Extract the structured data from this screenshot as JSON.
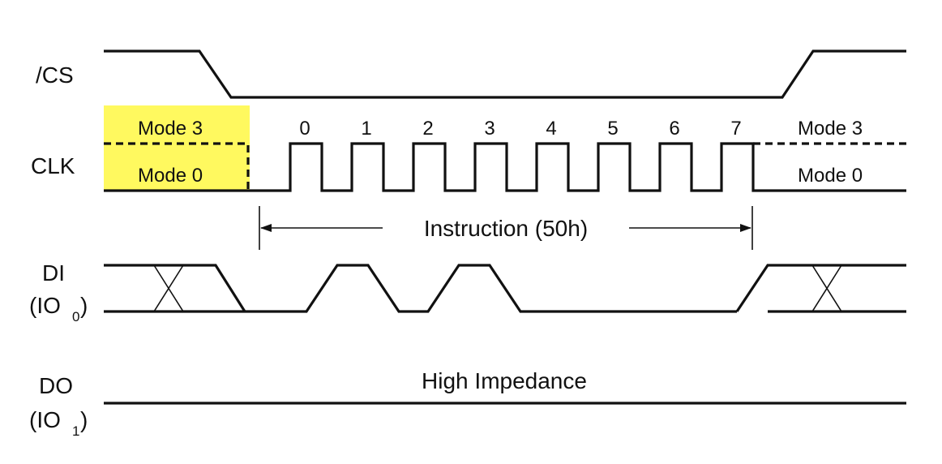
{
  "signals": {
    "cs": {
      "label": "/CS"
    },
    "clk": {
      "label": "CLK"
    },
    "di": {
      "label": "DI",
      "io_prefix": "(IO",
      "io_sub": "0",
      "io_suffix": ")"
    },
    "do": {
      "label": "DO",
      "io_prefix": "(IO",
      "io_sub": "1",
      "io_suffix": ")"
    }
  },
  "modes": {
    "left_mode3": "Mode 3",
    "left_mode0": "Mode 0",
    "right_mode3": "Mode 3",
    "right_mode0": "Mode 0",
    "highlight_color": "#fff95f"
  },
  "clock_cycles": [
    "0",
    "1",
    "2",
    "3",
    "4",
    "5",
    "6",
    "7"
  ],
  "instruction_label": "Instruction (50h)",
  "do_state_label": "High Impedance"
}
